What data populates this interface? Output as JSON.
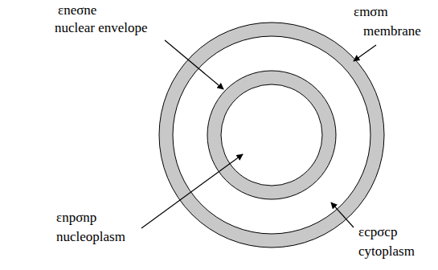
{
  "diagram": {
    "labels": [
      "εneσne",
      "nuclear envelope",
      "εmσm",
      "membrane",
      "εnpσnp",
      "nucleoplasm",
      "εcpσcp",
      "cytoplasm"
    ]
  }
}
